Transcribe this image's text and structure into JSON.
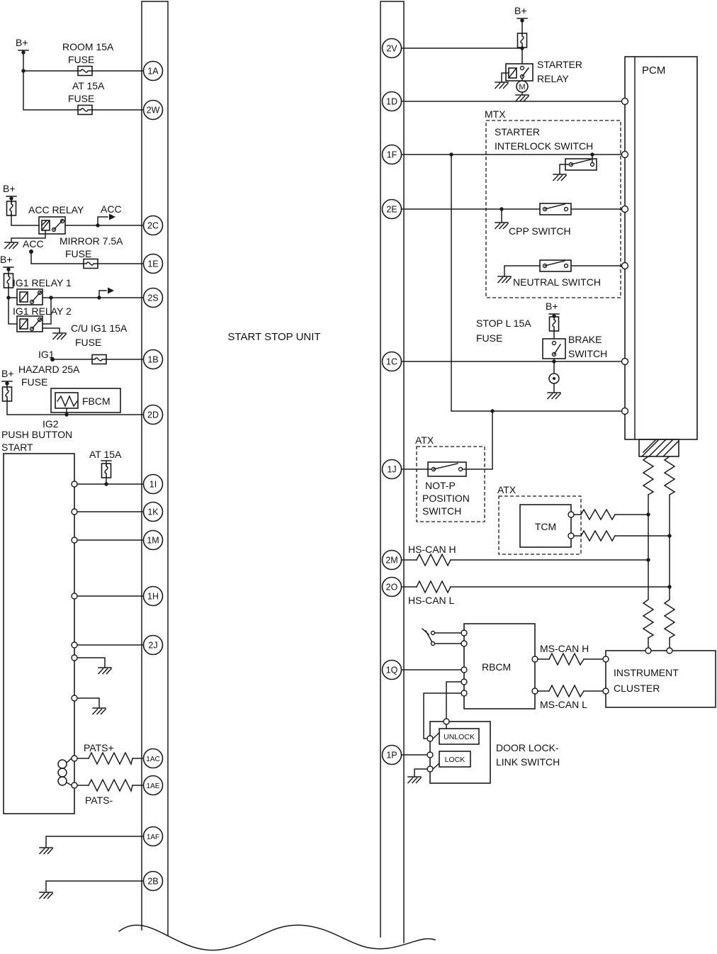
{
  "unit": {
    "title": "START STOP UNIT"
  },
  "pins": {
    "left": [
      "1A",
      "2W",
      "2C",
      "1E",
      "2S",
      "1B",
      "2D",
      "1I",
      "1K",
      "1M",
      "1H",
      "2J",
      "1AC",
      "1AE",
      "1AF",
      "2B"
    ],
    "right": [
      "2V",
      "1D",
      "1F",
      "2E",
      "1C",
      "1J",
      "2M",
      "2O",
      "1Q",
      "1P"
    ]
  },
  "labels": {
    "bplus": "B+",
    "fuse": "FUSE",
    "acc": "ACC",
    "ig1": "IG1",
    "ig2": "IG2",
    "motor": "M"
  },
  "fuses": {
    "room": "ROOM 15A",
    "at": "AT 15A",
    "mirror": "MIRROR 7.5A",
    "cu_ig1": "C/U IG1 15A",
    "hazard": "HAZARD 25A",
    "stop_l": "STOP L 15A"
  },
  "relays": {
    "acc": "ACC RELAY",
    "ig1_1": "IG1 RELAY 1",
    "ig1_2": "IG1 RELAY 2",
    "starter_l1": "STARTER",
    "starter_l2": "RELAY"
  },
  "modules": {
    "fbcm": "FBCM",
    "pcm": "PCM",
    "tcm": "TCM",
    "rbcm": "RBCM"
  },
  "push_button": {
    "l1": "PUSH BUTTON",
    "l2": "START"
  },
  "pats": {
    "plus": "PATS+",
    "minus": "PATS-"
  },
  "trans": {
    "mtx": "MTX",
    "atx": "ATX",
    "interlock_l1": "STARTER",
    "interlock_l2": "INTERLOCK SWITCH",
    "cpp": "CPP SWITCH",
    "neutral": "NEUTRAL SWITCH",
    "notp_l1": "NOT-P",
    "notp_l2": "POSITION",
    "notp_l3": "SWITCH"
  },
  "brake": {
    "l1": "BRAKE",
    "l2": "SWITCH"
  },
  "can": {
    "hs_h": "HS-CAN H",
    "hs_l": "HS-CAN L",
    "ms_h": "MS-CAN H",
    "ms_l": "MS-CAN L"
  },
  "cluster": {
    "l1": "INSTRUMENT",
    "l2": "CLUSTER"
  },
  "door": {
    "unlock": "UNLOCK",
    "lock": "LOCK",
    "l1": "DOOR LOCK-",
    "l2": "LINK SWITCH"
  }
}
